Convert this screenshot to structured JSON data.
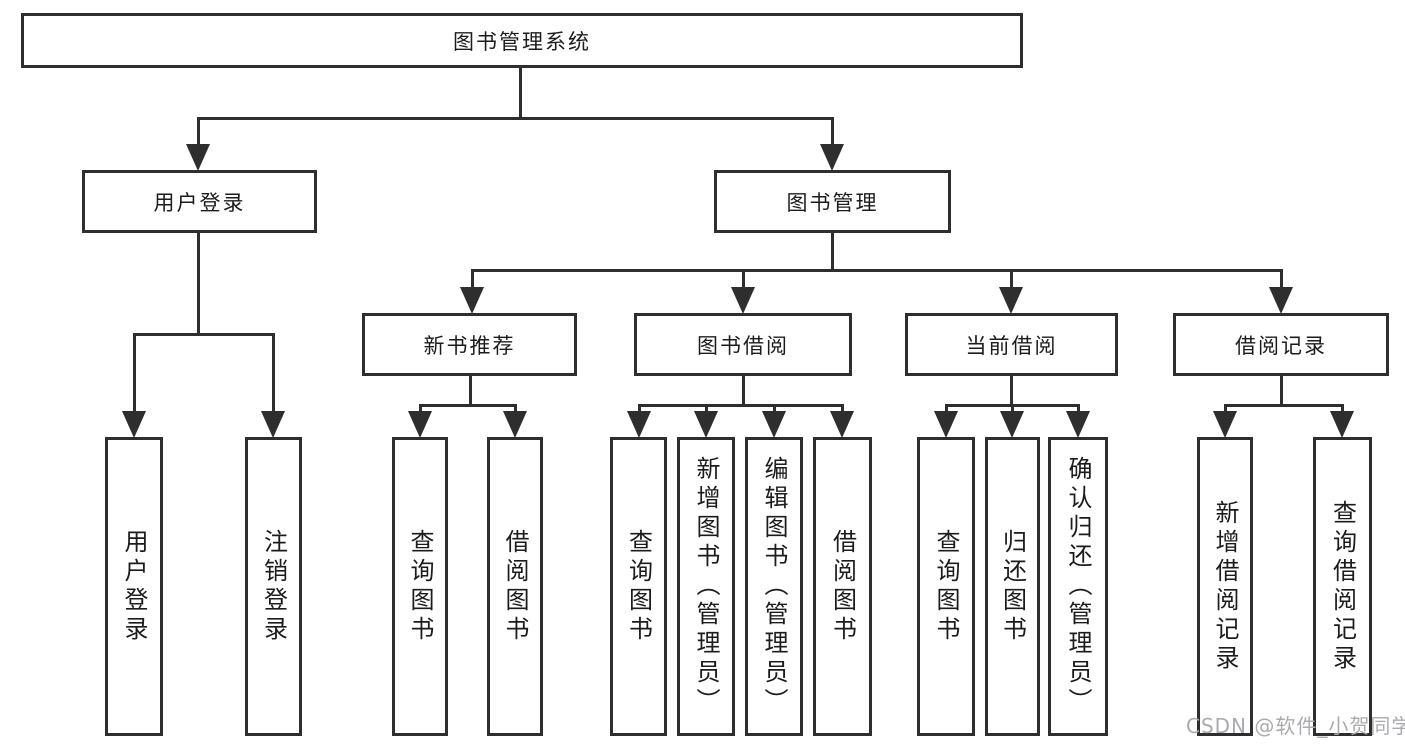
{
  "tree": {
    "label": "图书管理系统",
    "children": [
      {
        "label": "用户登录",
        "children": [
          {
            "label": "用户登录"
          },
          {
            "label": "注销登录"
          }
        ]
      },
      {
        "label": "图书管理",
        "children": [
          {
            "label": "新书推荐",
            "children": [
              {
                "label": "查询图书"
              },
              {
                "label": "借阅图书"
              }
            ]
          },
          {
            "label": "图书借阅",
            "children": [
              {
                "label": "查询图书"
              },
              {
                "label": "新增图书（管理员）"
              },
              {
                "label": "编辑图书（管理员）"
              },
              {
                "label": "借阅图书"
              }
            ]
          },
          {
            "label": "当前借阅",
            "children": [
              {
                "label": "查询图书"
              },
              {
                "label": "归还图书"
              },
              {
                "label": "确认归还（管理员）"
              }
            ]
          },
          {
            "label": "借阅记录",
            "children": [
              {
                "label": "新增借阅记录"
              },
              {
                "label": "查询借阅记录"
              }
            ]
          }
        ]
      }
    ]
  },
  "watermark": "CSDN @软件_小贺同学",
  "colors": {
    "line": "#2e2e2e",
    "text": "#1c1c1c",
    "background": "#ffffff",
    "watermark": "#ababaf"
  }
}
